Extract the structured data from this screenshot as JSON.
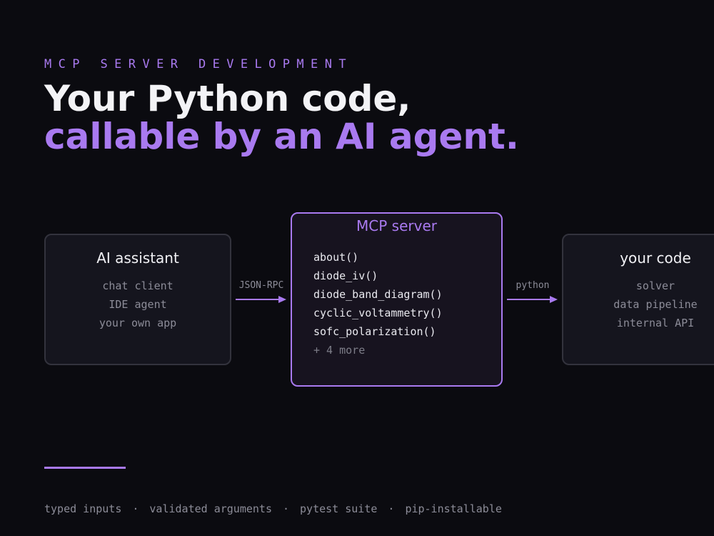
{
  "eyebrow": "MCP SERVER DEVELOPMENT",
  "headline": {
    "line1": "Your Python code,",
    "line2": "callable by an AI agent."
  },
  "diagram": {
    "left": {
      "title": "AI assistant",
      "items": [
        "chat client",
        "IDE agent",
        "your own app"
      ]
    },
    "arrow_left": "JSON-RPC",
    "center": {
      "title": "MCP server",
      "functions": [
        "about()",
        "diode_iv()",
        "diode_band_diagram()",
        "cyclic_voltammetry()",
        "sofc_polarization()"
      ],
      "more": "+ 4 more"
    },
    "arrow_right": "python",
    "right": {
      "title": "your code",
      "items": [
        "solver",
        "data pipeline",
        "internal API"
      ]
    }
  },
  "features": {
    "items": [
      "typed inputs",
      "validated arguments",
      "pytest suite",
      "pip-installable"
    ],
    "separator": "·"
  },
  "colors": {
    "background": "#0b0b10",
    "accent": "#a97af0",
    "text_primary": "#f3f3f6",
    "text_muted": "#8c8c98",
    "box_fill": "#15151e",
    "box_border": "#33333d"
  }
}
